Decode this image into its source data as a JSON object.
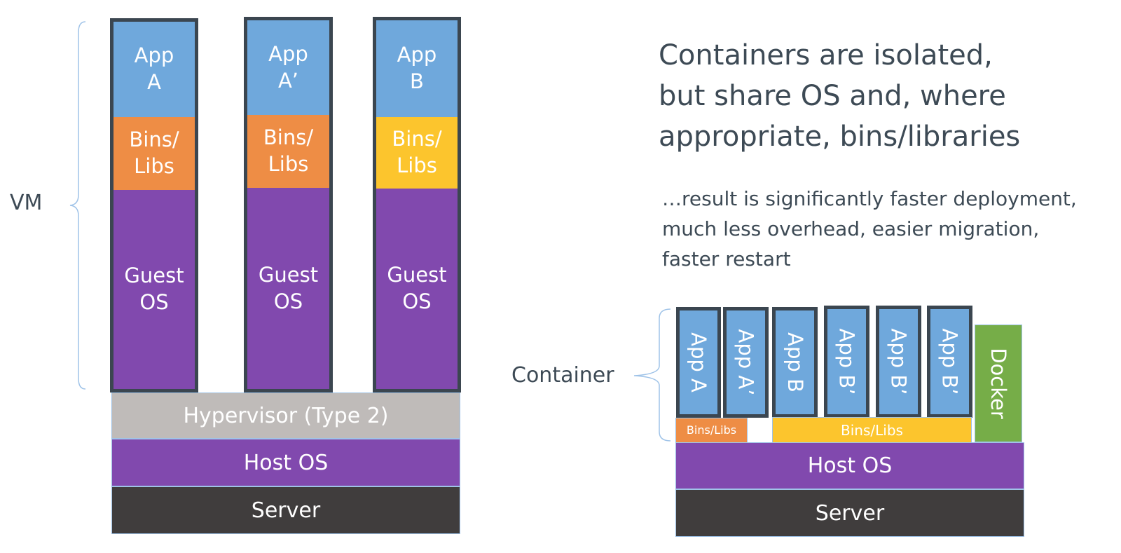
{
  "vm_label": "VM",
  "container_label": "Container",
  "headline": "Containers are isolated,\nbut share OS and, where\nappropriate, bins/libraries",
  "subtext": "…result is significantly faster deployment,\nmuch less overhead, easier migration,\nfaster restart",
  "vm_stack": {
    "columns": [
      {
        "app": "App\nA",
        "bins": "Bins/\nLibs",
        "guest": "Guest\nOS"
      },
      {
        "app": "App\nA’",
        "bins": "Bins/\nLibs",
        "guest": "Guest\nOS"
      },
      {
        "app": "App\nB",
        "bins": "Bins/\nLibs",
        "guest": "Guest\nOS"
      }
    ],
    "hypervisor": "Hypervisor (Type 2)",
    "host_os": "Host OS",
    "server": "Server"
  },
  "container_stack": {
    "apps": [
      "App A",
      "App A’",
      "App B",
      "App B’",
      "App B’",
      "App B’"
    ],
    "docker": "Docker",
    "bins_a": "Bins/Libs",
    "bins_b": "Bins/Libs",
    "host_os": "Host OS",
    "server": "Server"
  },
  "colors": {
    "app": "#6fa8dc",
    "bins_orange": "#ee8d45",
    "bins_yellow": "#fcc52d",
    "os_purple": "#8149ae",
    "hypervisor": "#bfbbb9",
    "server": "#403d3d",
    "docker": "#76ad48",
    "border": "#3b4650",
    "brace": "#9fc3e8"
  }
}
